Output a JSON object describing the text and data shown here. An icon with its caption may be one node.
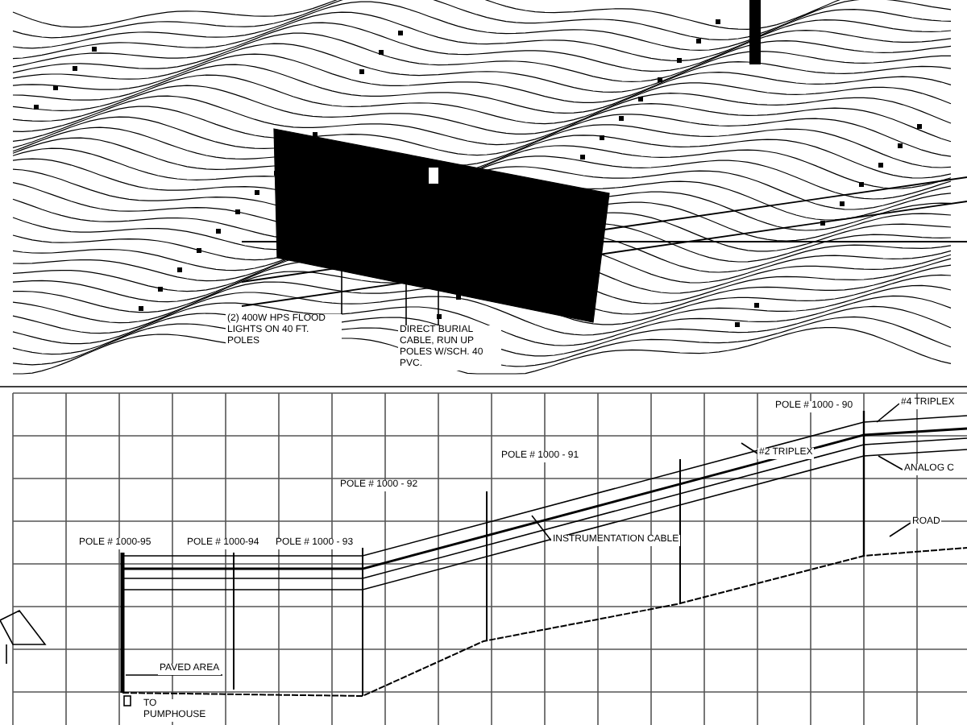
{
  "diagram": {
    "nodes": [
      {
        "text": [
          "(2) 400W HPS FLOOD LIGHTS ON 40 FT. POLES"
        ]
      },
      {
        "text": [
          "DIRECT BURIAL CABLE, RUN UP POLES W/SCH. 40 PVC."
        ]
      },
      {
        "text": [
          "INSTRUMENTATION CABLE"
        ]
      },
      {
        "text": [
          "#2 TRIPLEX"
        ]
      },
      {
        "text": [
          "#4 TRIPLEX"
        ]
      },
      {
        "text": [
          "ANALOG C"
        ]
      },
      {
        "text": [
          "ROAD"
        ]
      }
    ],
    "edges": [
      {
        "from": 0,
        "to": null,
        "arrow": "none"
      },
      {
        "from": 1,
        "to": null,
        "arrow": "none"
      },
      {
        "from": 1,
        "to": null,
        "arrow": "none"
      },
      {
        "from": 2,
        "to": null,
        "arrow": "none"
      },
      {
        "from": 3,
        "to": null,
        "arrow": "none"
      },
      {
        "from": 4,
        "to": null,
        "arrow": "none"
      },
      {
        "from": 5,
        "to": null,
        "arrow": "none"
      },
      {
        "from": 6,
        "to": null,
        "arrow": "none"
      }
    ],
    "labels": [
      "POLE # 1000 - 90",
      "POLE # 1000 - 91",
      "POLE # 1000 - 92",
      "POLE # 1000-95",
      "POLE # 1000-94",
      "POLE # 1000 - 93",
      "PAVED AREA",
      "TO PUMPHOUSE"
    ]
  }
}
